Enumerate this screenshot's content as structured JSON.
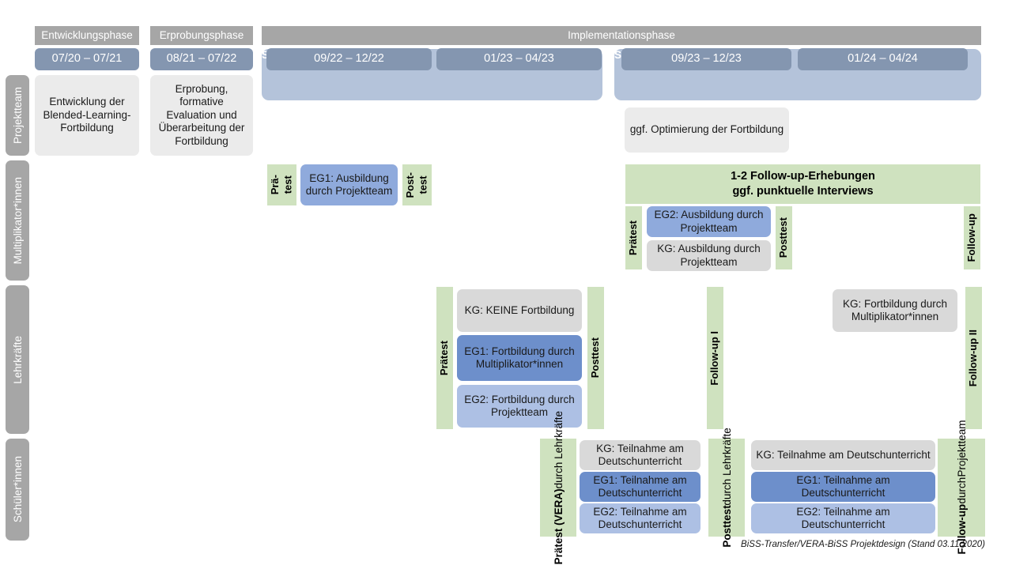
{
  "header": {
    "phases": [
      {
        "label": "Entwicklungsphase"
      },
      {
        "label": "Erprobungsphase"
      },
      {
        "label": "Implementationsphase"
      }
    ],
    "dates": [
      {
        "label": "07/20 – 07/21"
      },
      {
        "label": "08/21 – 07/22"
      },
      {
        "label": "09/22 – 12/22"
      },
      {
        "label": "01/23 – 04/23"
      },
      {
        "label": "09/23 – 12/23"
      },
      {
        "label": "01/24 – 04/24"
      }
    ],
    "years": [
      {
        "label": "Schuljahr 22/23 (8. Klasse)"
      },
      {
        "label": "Schuljahr 23/24 (9. Klasse)"
      }
    ]
  },
  "roles": [
    {
      "label": "Projektteam"
    },
    {
      "label": "Multiplikator*innen"
    },
    {
      "label": "Lehrkräfte"
    },
    {
      "label": "Schüler*innen"
    }
  ],
  "projektteam": {
    "entwicklung": "Entwicklung der Blended-Learning-Fortbildung",
    "erprobung": "Erprobung, formative Evaluation und Überarbeitung der Fortbildung",
    "optimierung": "ggf. Optimierung der Fortbildung"
  },
  "multiplikatoren": {
    "praetest_1_line1": "Prä-",
    "praetest_1_line2": "test",
    "posttest_1_line1": "Post-",
    "posttest_1_line2": "test",
    "eg1": "EG1: Ausbildung durch Projektteam",
    "banner_line1": "1-2 Follow-up-Erhebungen",
    "banner_line2": "ggf. punktuelle Interviews",
    "praetest_2": "Prätest",
    "posttest_2": "Posttest",
    "followup": "Follow-up",
    "eg2": "EG2: Ausbildung durch Projektteam",
    "kg": "KG: Ausbildung durch Projektteam"
  },
  "lehrkraefte": {
    "praetest": "Prätest",
    "posttest": "Posttest",
    "followup_1": "Follow-up I",
    "followup_2": "Follow-up II",
    "kg_keine": "KG: KEINE Fortbildung",
    "eg1": "EG1: Fortbildung durch Multiplikator*innen",
    "eg2": "EG2: Fortbildung durch Projektteam",
    "kg_spaet": "KG: Fortbildung durch Multiplikator*innen"
  },
  "schueler": {
    "praetest_bold": "Prätest (VERA)",
    "praetest_sub": "durch Lehrkräfte",
    "posttest_bold": "Posttest",
    "posttest_sub": "durch Lehrkräfte",
    "followup_bold": "Follow-up",
    "followup_sub1": "durch",
    "followup_sub2": "Projektteam",
    "left": {
      "kg": "KG: Teilnahme am Deutschunterricht",
      "eg1": "EG1: Teilnahme am Deutschunterricht",
      "eg2": "EG2: Teilnahme am Deutschunterricht"
    },
    "right": {
      "kg": "KG: Teilnahme am Deutschunterricht",
      "eg1": "EG1: Teilnahme am Deutschunterricht",
      "eg2": "EG2: Teilnahme am Deutschunterricht"
    }
  },
  "footer": {
    "caption": "BiSS-Transfer/VERA-BiSS Projektdesign (Stand 03.11.2020)"
  },
  "colors": {
    "grey_header": "#a6a6a6",
    "date_blue": "#8496b0",
    "year_blue": "#b4c3da",
    "green": "#cfe2bf",
    "blue_mid": "#8faadc",
    "blue_dark": "#6d8fcb",
    "blue_light": "#adc0e4",
    "box_grey": "#ebebeb",
    "box_grey2": "#d9d9d9"
  }
}
